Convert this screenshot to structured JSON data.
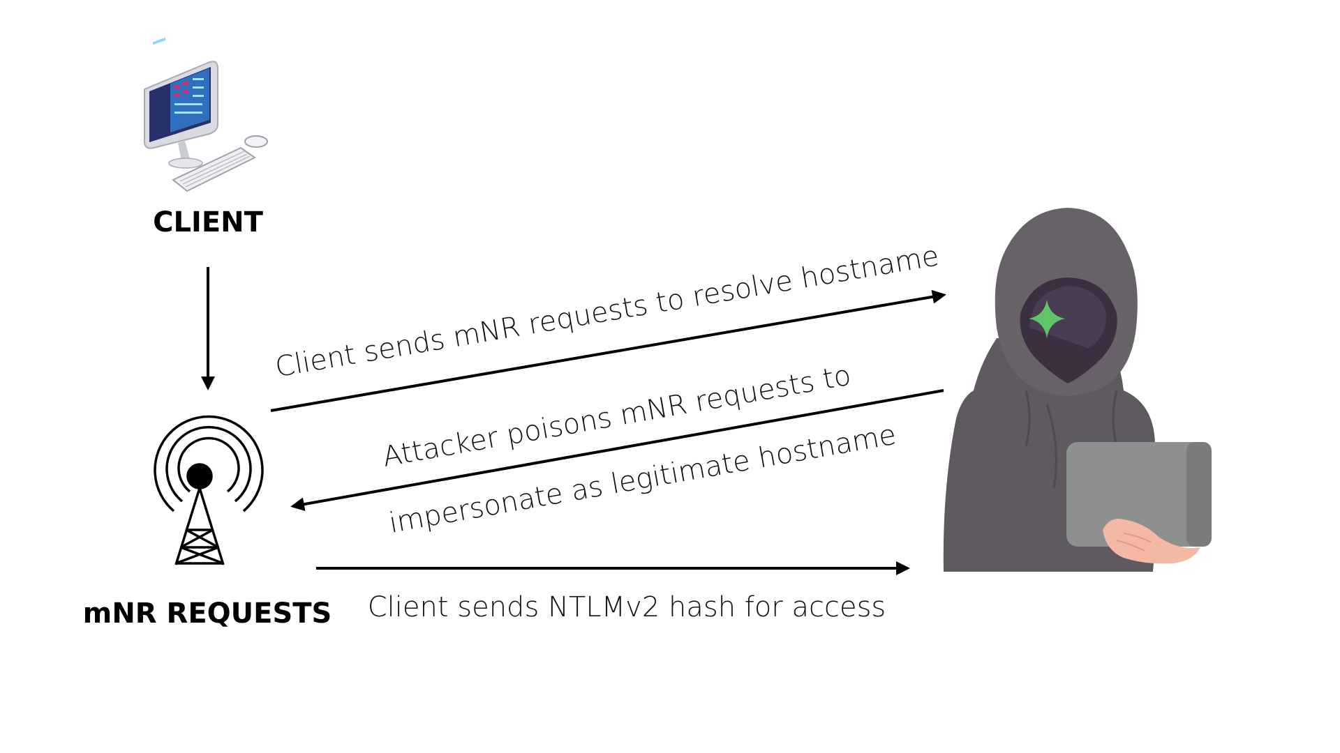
{
  "diagram": {
    "nodes": {
      "client": {
        "label": "CLIENT",
        "icon": "desktop-computer-icon"
      },
      "requests": {
        "label": "mNR REQUESTS",
        "icon": "radio-tower-icon"
      },
      "attacker": {
        "icon": "hooded-hacker-icon"
      }
    },
    "edges": {
      "resolve": {
        "label": "Client sends mNR requests to resolve hostname"
      },
      "poison": {
        "label_line1": "Attacker poisons mNR requests to",
        "label_line2": "impersonate as legitimate hostname"
      },
      "hash": {
        "label": "Client sends NTLMv2 hash for access"
      }
    },
    "colors": {
      "ink": "#000000",
      "hood": "#5f5a60",
      "face": "#3b2f40",
      "star": "#5fc46a",
      "laptop": "#8e9090",
      "hand": "#f4b9a5"
    }
  }
}
